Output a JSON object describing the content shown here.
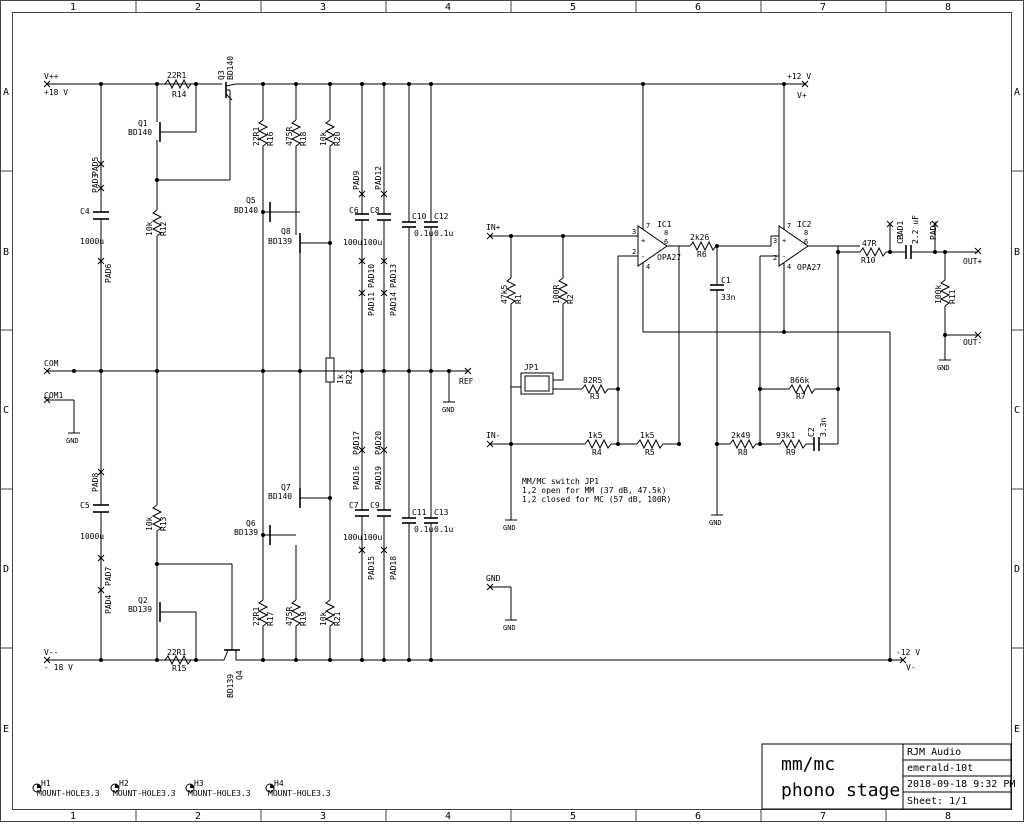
{
  "frame": {
    "cols": [
      "1",
      "2",
      "3",
      "4",
      "5",
      "6",
      "7",
      "8"
    ],
    "rows": [
      "A",
      "B",
      "C",
      "D",
      "E"
    ]
  },
  "rails": {
    "vpp": "V++",
    "vpp_val": "+18 V",
    "vmm": "V--",
    "vmm_val": "- 18 V",
    "com": "COM",
    "com1": "COM1",
    "ref": "REF",
    "p12": "+12 V",
    "vplus": "V+",
    "m12": "-12 V",
    "vminus": "V-",
    "gnd": "GND"
  },
  "parts": {
    "Q1": "Q1",
    "Q1v": "BD140",
    "Q2": "Q2",
    "Q2v": "BD139",
    "Q3": "Q3",
    "Q3v": "BD140",
    "Q4": "Q4",
    "Q4v": "BD139",
    "Q5": "Q5",
    "Q5v": "BD140",
    "Q6": "Q6",
    "Q6v": "BD139",
    "Q7": "Q7",
    "Q7v": "BD140",
    "Q8": "Q8",
    "Q8v": "BD139",
    "R14": "R14",
    "R14v": "22R1",
    "R15": "R15",
    "R15v": "22R1",
    "R12": "R12",
    "R12v": "10k",
    "R13": "R13",
    "R13v": "10k",
    "R16": "R16",
    "R16v": "22R1",
    "R17": "R17",
    "R17v": "22R1",
    "R18": "R18",
    "R18v": "475R",
    "R19": "R19",
    "R19v": "475R",
    "R20": "R20",
    "R20v": "10k",
    "R21": "R21",
    "R21v": "10k",
    "R22": "R22",
    "R22v": "1k",
    "C4": "C4",
    "C4v": "1000u",
    "C5": "C5",
    "C5v": "1000u",
    "C6": "C6",
    "C6v": "100u",
    "C7": "C7",
    "C7v": "100u",
    "C8": "C8",
    "C8v": "100u",
    "C9": "C9",
    "C9v": "100u",
    "C10": "C10",
    "C10v": "0.1u",
    "C11": "C11",
    "C11v": "0.1u",
    "C12": "C12",
    "C12v": "0.1u",
    "C13": "C13",
    "C13v": "0.1u",
    "IC1": "IC1",
    "IC1v": "OPA27",
    "IC2": "IC2",
    "IC2v": "OPA27",
    "R1": "R1",
    "R1v": "47k5",
    "R2": "R2",
    "R2v": "100R",
    "R3": "R3",
    "R3v": "82R5",
    "R4": "R4",
    "R4v": "1k5",
    "R5": "R5",
    "R5v": "1k5",
    "R6": "R6",
    "R6v": "2k26",
    "R7": "R7",
    "R7v": "866k",
    "R8": "R8",
    "R8v": "2k49",
    "R9": "R9",
    "R9v": "93k1",
    "R10": "R10",
    "R10v": "47R",
    "R11": "R11",
    "R11v": "100k",
    "C1": "C1",
    "C1v": "33n",
    "C2": "C2",
    "C2v": "3.3n",
    "C3": "C3",
    "C3v": "2.2 uF",
    "JP1": "JP1"
  },
  "pads": {
    "p1": "PAD1",
    "p2": "PAD2",
    "p3": "PAD3",
    "p4": "PAD4",
    "p5": "PAD5",
    "p6": "PAD6",
    "p7": "PAD7",
    "p8": "PAD8",
    "p9": "PAD9",
    "p10": "PAD10",
    "p11": "PAD11",
    "p12": "PAD12",
    "p13": "PAD13",
    "p14": "PAD14",
    "p15": "PAD15",
    "p16": "PAD16",
    "p17": "PAD17",
    "p18": "PAD18",
    "p19": "PAD19",
    "p20": "PAD20"
  },
  "nets": {
    "inp": "IN+",
    "inm": "IN-",
    "outp": "OUT+",
    "outm": "OUT-",
    "gnd": "GND"
  },
  "note": {
    "l1": "MM/MC switch JP1",
    "l2": "1,2 open for MM (37 dB, 47.5k)",
    "l3": "1,2 closed for MC (57 dB, 100R)"
  },
  "holes": [
    "H1",
    "H2",
    "H3",
    "H4"
  ],
  "hole_label": "MOUNT-HOLE3.3",
  "titleblock": {
    "title1": "mm/mc",
    "title2": "phono stage",
    "company": "RJM Audio",
    "project": "emerald-10t",
    "date": "2018-09-18 9:32 PM",
    "sheet": "Sheet: 1/1"
  }
}
